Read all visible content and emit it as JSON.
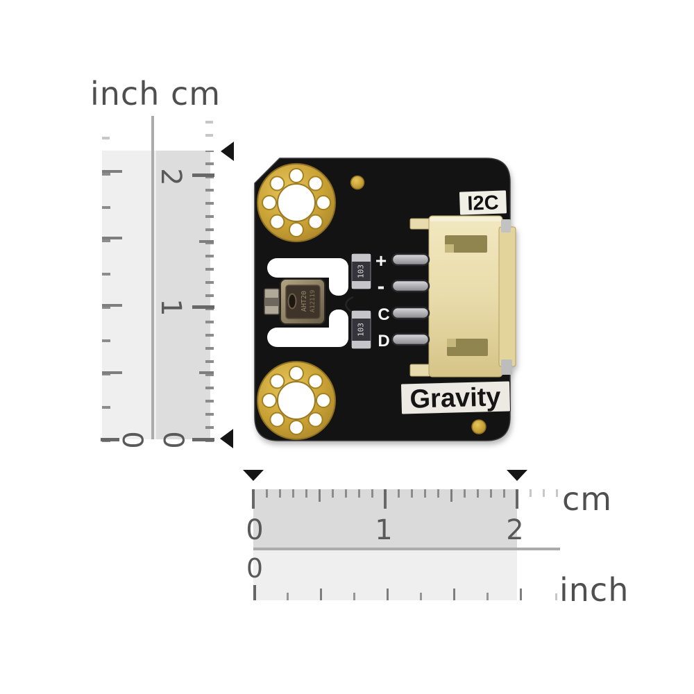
{
  "vertical_ruler": {
    "unit_left": "inch",
    "unit_right": "cm",
    "cm_marks": [
      "2",
      "1",
      "0"
    ],
    "inch_marks": [
      "0"
    ]
  },
  "horizontal_ruler": {
    "unit_top": "cm",
    "unit_bottom": "inch",
    "cm_marks": [
      "0",
      "1",
      "2"
    ],
    "inch_marks": [
      "0"
    ]
  },
  "board": {
    "interface_label": "I2C",
    "brand_label": "Gravity",
    "pin_labels": [
      "+",
      "-",
      "C",
      "D"
    ],
    "resistor_code": "103",
    "chip_marking_line1": "AHT20",
    "chip_marking_line2": "A12119",
    "colors": {
      "pcb": "#131313",
      "gold": "#c59f33",
      "connector": "#e9dcab",
      "label_background": "#f0efe6",
      "silkscreen": "#f5f5f5",
      "ruler_band_light": "#efefef",
      "ruler_band_dark": "#dadada"
    }
  }
}
